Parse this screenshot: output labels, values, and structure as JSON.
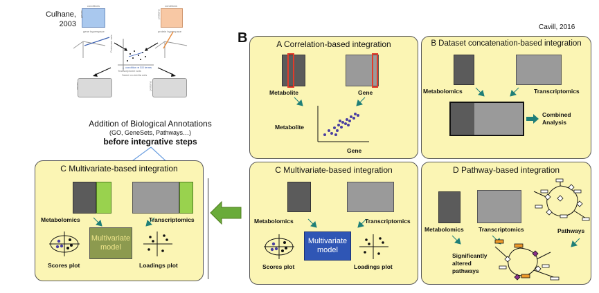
{
  "left_citation": "Culhane,\n2003",
  "right_citation": "Cavill, 2016",
  "panel_letter": "B",
  "culhane_tiny": {
    "t1": "conditions",
    "t2": "conditions",
    "t3": "genes",
    "t4": "proteins",
    "t5": "gene hyperspace",
    "t6": "protein hyperspace",
    "t7": "GO terms",
    "t8": "GO terms",
    "t9": "genes",
    "t10": "proteins",
    "t11": "Transcriptome axis",
    "t12": "Same co-inertia axis",
    "t13": "▲ condition  ● GO terms"
  },
  "annotation": {
    "line1": "Addition of Biological Annotations",
    "line2": "(GO, GeneSets, Pathways…)",
    "line3": "before integrative steps"
  },
  "left_panel": {
    "title": "C Multivariate-based integration",
    "metabolomics": "Metabolomics",
    "transcriptomics": "Transcriptomics",
    "model": "Multivariate\nmodel",
    "scores": "Scores plot",
    "loadings": "Loadings plot"
  },
  "panel_a": {
    "title": "A Correlation-based integration",
    "metabolite": "Metabolite",
    "gene": "Gene",
    "y_axis": "Metabolite",
    "x_axis": "Gene"
  },
  "panel_b": {
    "title": "B Dataset concatenation-based integration",
    "metabolomics": "Metabolomics",
    "transcriptomics": "Transcriptomics",
    "combined": "Combined\nAnalysis"
  },
  "panel_c": {
    "title": "C Multivariate-based integration",
    "metabolomics": "Metabolomics",
    "transcriptomics": "Transcriptomics",
    "model": "Multivariate\nmodel",
    "scores": "Scores plot",
    "loadings": "Loadings plot"
  },
  "panel_d": {
    "title": "D Pathway-based integration",
    "metabolomics": "Metabolomics",
    "transcriptomics": "Transcriptomics",
    "pathways": "Pathways",
    "significant": "Significantly\naltered\npathways"
  },
  "colors": {
    "panel_bg": "#fbf5b4",
    "arrow_teal": "#1f7f78",
    "green_block": "#99d24e",
    "model_blue": "#2f56b5",
    "model_green": "#8c9a4f",
    "big_arrow": "#6aab3a",
    "highlight_red": "#e23b2a",
    "scatter_dots": "#4a3fa0"
  }
}
